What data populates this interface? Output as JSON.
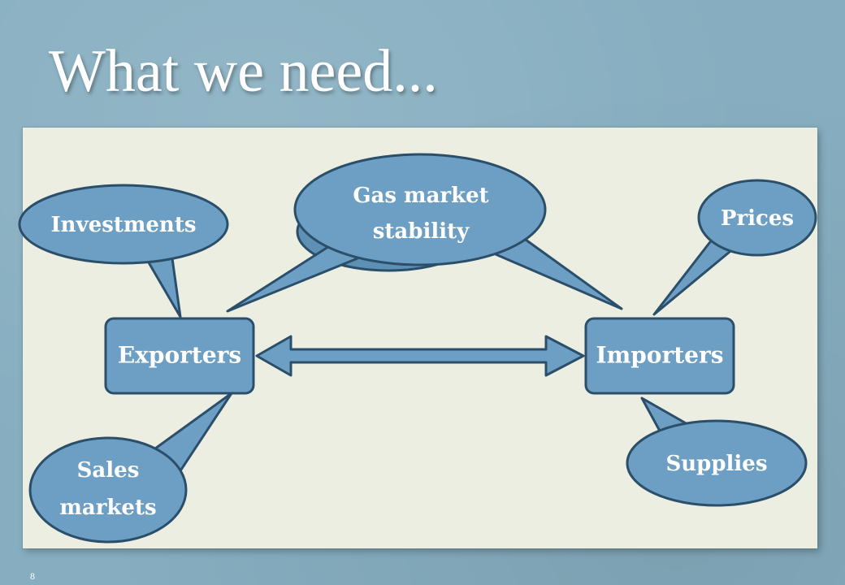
{
  "slide": {
    "title": "What we need...",
    "page_number": "8"
  },
  "diagram": {
    "exporters": "Exporters",
    "importers": "Importers",
    "callouts": {
      "investments": "Investments",
      "gas_market_line1": "Gas market",
      "gas_market_line2": "stability",
      "prices": "Prices",
      "sales_line1": "Sales",
      "sales_line2": "markets",
      "supplies": "Supplies"
    }
  },
  "colors": {
    "background": "#86aec0",
    "panel": "#ebeee0",
    "shape_fill": "#6d9fc4",
    "shape_stroke": "#2b4f6a",
    "text": "#ffffff"
  }
}
